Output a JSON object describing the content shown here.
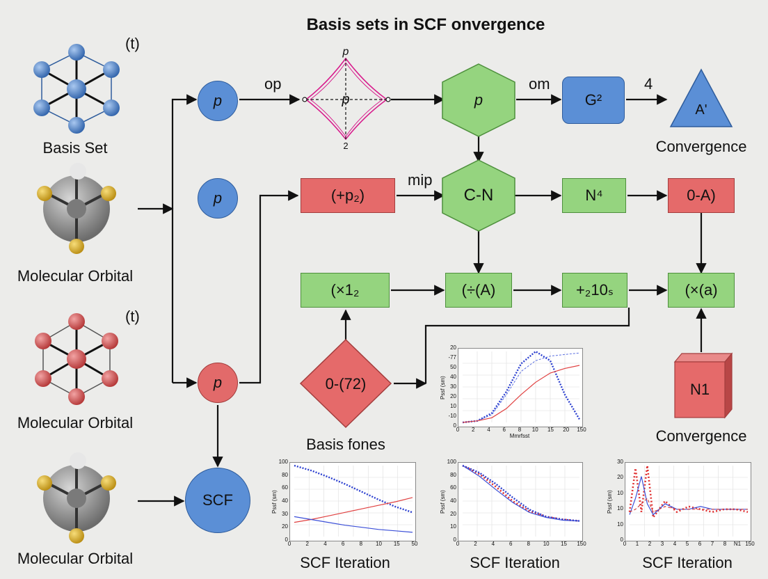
{
  "title": "Basis sets in SCF onvergence",
  "left_labels": {
    "basis_set": "Basis Set",
    "t1": "(t)",
    "mo1": "Molecular Orbital",
    "t2": "(t)",
    "mo2": "Molecular Orbital",
    "mo3": "Molecular Orbital"
  },
  "nodes": {
    "p1": "p",
    "p2": "p",
    "p3": "p",
    "scf": "SCF",
    "rhombus_top": "p",
    "rhombus_center": "p",
    "rhombus_bottom": "2",
    "hex1": "p",
    "g2": "G²",
    "tri": "A'",
    "r_p2": "(+p₂)",
    "hex2": "C-N",
    "n4": "N⁴",
    "r_0a": "0-A)",
    "g_x12": "(×1₂",
    "g_a": "(÷(A)",
    "g_210s": "+₂10ₛ",
    "g_xa": "(×(a)",
    "d_072": "0-(72)",
    "n1": "N1"
  },
  "edge_labels": {
    "op": "op",
    "om": "om",
    "four": "4",
    "mip": "mip"
  },
  "captions": {
    "convergence_top": "Convergence",
    "convergence_bottom": "Convergence",
    "basis_fones": "Basis fones",
    "scf_iter_1": "SCF Iteration",
    "scf_iter_2": "SCF Iteration",
    "scf_iter_3": "SCF Iteration"
  },
  "chart_data": [
    {
      "type": "line",
      "xlabel": "Mmrfsst",
      "ylabel": "Pssf (sm)",
      "x_ticks": [
        "0",
        "2",
        "4",
        "6",
        "8",
        "10",
        "15",
        "20",
        "150"
      ],
      "y_ticks": [
        "20",
        "-77",
        "50",
        "40",
        "30",
        "20",
        "10",
        "-10",
        "0"
      ],
      "series": [
        {
          "style": "blue-dots",
          "x": [
            0,
            1,
            2,
            3,
            4,
            5,
            6,
            7,
            8
          ],
          "y": [
            0,
            1,
            6,
            20,
            38,
            46,
            40,
            18,
            2
          ]
        },
        {
          "style": "blue-dashed",
          "x": [
            0,
            1,
            2,
            3,
            4,
            5,
            6,
            7,
            8
          ],
          "y": [
            0,
            1,
            5,
            18,
            33,
            40,
            43,
            44,
            45
          ]
        },
        {
          "style": "red-line",
          "x": [
            0,
            1,
            2,
            3,
            4,
            5,
            6,
            7,
            8
          ],
          "y": [
            0,
            1,
            3,
            9,
            18,
            26,
            32,
            35,
            37
          ]
        }
      ]
    },
    {
      "type": "line",
      "xlabel": "SCF Iteration",
      "ylabel": "Pssf (sm)",
      "x_ticks": [
        "0",
        "2",
        "4",
        "6",
        "8",
        "10",
        "15",
        "50"
      ],
      "y_ticks": [
        "100",
        "80",
        "60",
        "40",
        "30",
        "20",
        "0"
      ],
      "series": [
        {
          "style": "blue-dots",
          "x": [
            0,
            1,
            2,
            3,
            4,
            5,
            6,
            7
          ],
          "y": [
            100,
            93,
            84,
            74,
            63,
            52,
            42,
            34
          ]
        },
        {
          "style": "red-line",
          "x": [
            0,
            1,
            2,
            3,
            4,
            5,
            6,
            7
          ],
          "y": [
            20,
            24,
            29,
            34,
            39,
            44,
            49,
            55
          ]
        },
        {
          "style": "blue-line",
          "x": [
            0,
            1,
            2,
            3,
            4,
            5,
            6,
            7
          ],
          "y": [
            28,
            24,
            20,
            16,
            13,
            10,
            8,
            6
          ]
        }
      ]
    },
    {
      "type": "line",
      "xlabel": "SCF Iteration",
      "ylabel": "Pssf (sm)",
      "x_ticks": [
        "0",
        "2",
        "4",
        "6",
        "8",
        "10",
        "15",
        "150"
      ],
      "y_ticks": [
        "100",
        "80",
        "60",
        "40",
        "20",
        "10",
        "0"
      ],
      "series": [
        {
          "style": "red-dots",
          "x": [
            0,
            1,
            2,
            3,
            4,
            5,
            6,
            7
          ],
          "y": [
            100,
            88,
            70,
            50,
            36,
            28,
            24,
            22
          ]
        },
        {
          "style": "blue-dots",
          "x": [
            0,
            1,
            2,
            3,
            4,
            5,
            6,
            7
          ],
          "y": [
            100,
            90,
            74,
            55,
            38,
            28,
            24,
            22
          ]
        },
        {
          "style": "blue-line",
          "x": [
            0,
            1,
            2,
            3,
            4,
            5,
            6,
            7
          ],
          "y": [
            100,
            85,
            66,
            48,
            34,
            27,
            23,
            22
          ]
        }
      ]
    },
    {
      "type": "line",
      "xlabel": "SCF Iteration",
      "ylabel": "Pssf (sm)",
      "x_ticks": [
        "0",
        "1",
        "2",
        "3",
        "4",
        "5",
        "6",
        "7",
        "8",
        "N1",
        "150"
      ],
      "y_ticks": [
        "30",
        "20",
        "10",
        "10",
        "10",
        "0"
      ],
      "series": [
        {
          "style": "red-dots",
          "x": [
            0,
            0.5,
            1,
            1.5,
            2,
            3,
            4,
            5,
            6,
            7,
            8,
            9,
            10
          ],
          "y": [
            9,
            25,
            9,
            26,
            7,
            13,
            9,
            11,
            10,
            9,
            10,
            10,
            9
          ]
        },
        {
          "style": "blue-line",
          "x": [
            0,
            0.5,
            1,
            1.5,
            2,
            3,
            4,
            5,
            6,
            7,
            8,
            9,
            10
          ],
          "y": [
            8,
            14,
            22,
            12,
            8,
            12,
            10,
            10,
            11,
            10,
            10,
            10,
            10
          ]
        },
        {
          "style": "red-dashed",
          "x": [
            0,
            0.5,
            1,
            1.5,
            2,
            3,
            4,
            5,
            6,
            7,
            8,
            9,
            10
          ],
          "y": [
            9,
            10,
            12,
            14,
            9,
            11,
            10,
            10,
            10,
            10,
            10,
            10,
            10
          ]
        }
      ]
    }
  ]
}
